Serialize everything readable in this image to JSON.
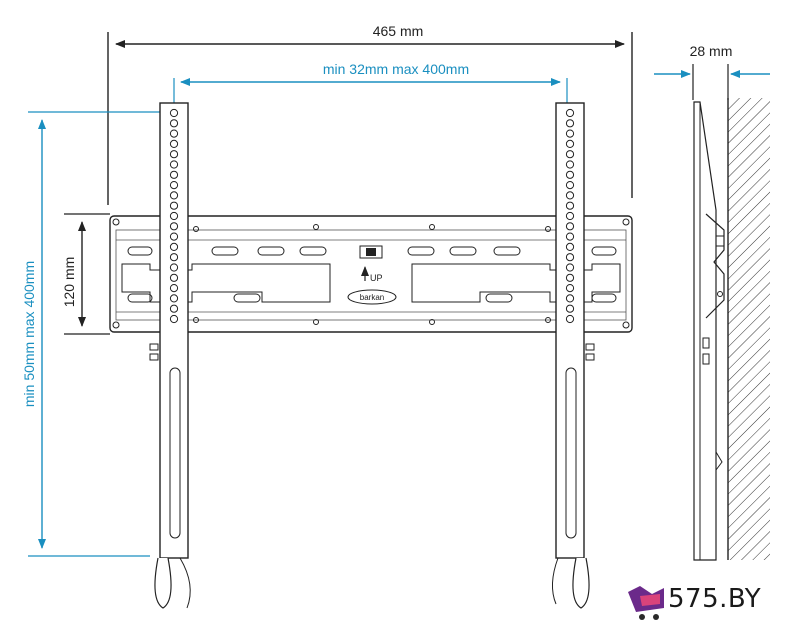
{
  "dimensions": {
    "overall_width": "465 mm",
    "horizontal_vesa": "min 32mm max 400mm",
    "depth": "28 mm",
    "vertical_vesa": "min 50mm max 400mm",
    "wall_plate_height": "120 mm"
  },
  "plate": {
    "up_label": "UP",
    "brand_logo": "barkan"
  },
  "watermark": {
    "text": "575.BY",
    "icon": "cart-icon"
  },
  "colors": {
    "cyan_dimension": "#1a8fc0",
    "black_dimension": "#222222"
  }
}
